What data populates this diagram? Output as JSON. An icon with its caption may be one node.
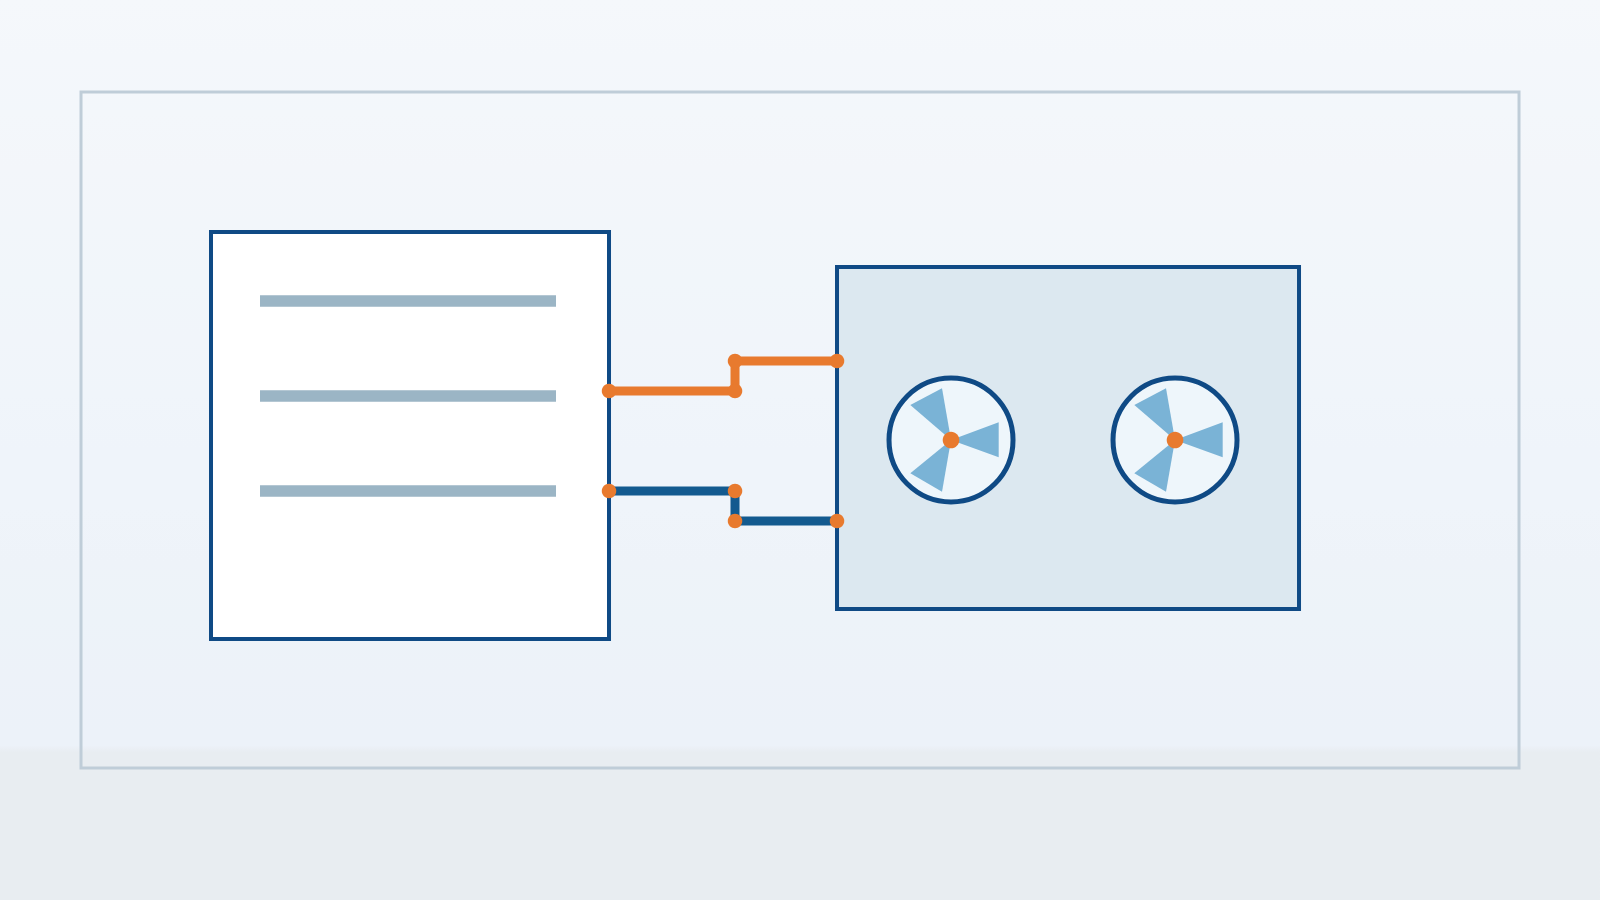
{
  "diagram": {
    "nodes": [
      {
        "text": [],
        "shape": "box"
      },
      {
        "text": [],
        "shape": "box"
      }
    ],
    "edges": [
      {
        "from": 0,
        "to": 1,
        "arrow": "other",
        "color": "#e87a2e"
      },
      {
        "from": 0,
        "to": 1,
        "arrow": "other",
        "color": "#135a8f"
      }
    ]
  }
}
